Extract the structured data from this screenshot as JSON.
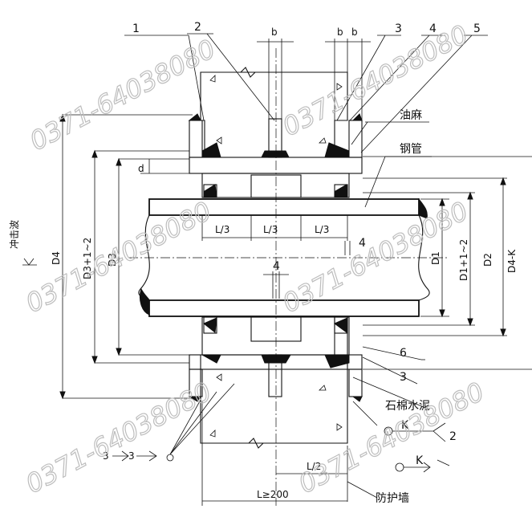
{
  "callouts": [
    "1",
    "2",
    "3",
    "4",
    "5"
  ],
  "dims": {
    "b1": "b",
    "b2": "b",
    "b3": "b",
    "d": "d",
    "l3a": "L/3",
    "l3b": "L/3",
    "l3c": "L/3",
    "four_top": "4",
    "four_mid": "4",
    "D4": "D4",
    "D3p": "D3+1~2",
    "D3": "D3",
    "D1": "D1",
    "D1p": "D1+1~2",
    "D2": "D2",
    "D4k": "D4-K",
    "l2": "L/2",
    "lmin": "L≥200"
  },
  "labels": {
    "youma": "油麻",
    "gangguan": "钢管",
    "six": "6",
    "three_lower": "3",
    "shimian": "石棉水泥",
    "fanghu": "防护墙",
    "chongji": "冲击波",
    "k1": "K",
    "k2": "K",
    "two": "2",
    "three_a": "3",
    "three_b": "3"
  },
  "watermarks": [
    "0371-64038080",
    "0371-64038080",
    "0371-64038080",
    "0371-64038080",
    "0371-64038080",
    "0371-64038080"
  ]
}
